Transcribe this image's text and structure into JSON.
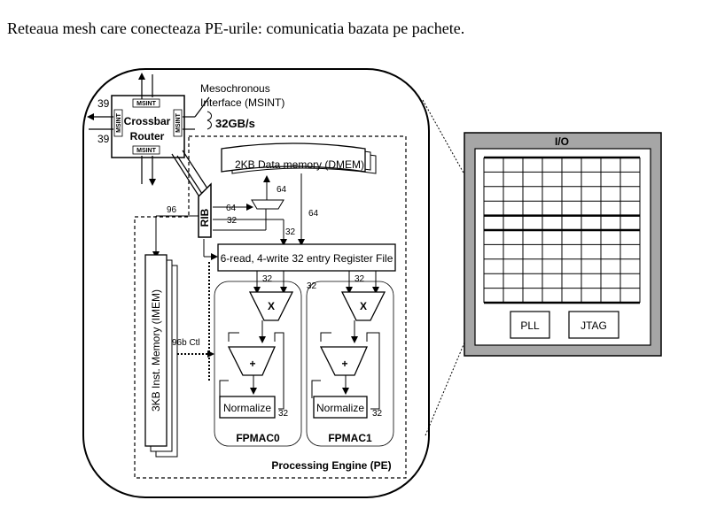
{
  "caption": "Reteaua mesh care conecteaza PE-urile: comunicatia bazata pe pachete.",
  "router": {
    "title_line1": "Crossbar",
    "title_line2": "Router",
    "port_label": "MSINT",
    "left_top": "39",
    "left_bottom": "39",
    "msint_line1": "Mesochronous",
    "msint_line2": "Interface (MSINT)",
    "bandwidth": "32GB/s"
  },
  "rib": "RIB",
  "dmem": "2KB Data memory (DMEM)",
  "regfile": "6-read, 4-write 32 entry Register File",
  "imem": "3KB Inst. Memory (IMEM)",
  "ctl": "96b Ctl",
  "widths": {
    "w96": "96",
    "w64a": "64",
    "w64b": "64",
    "w64c": "64",
    "w32a": "32",
    "w32b": "32",
    "w32c": "32",
    "w32d": "32",
    "w32e": "32",
    "w32f": "32",
    "w32g": "32"
  },
  "fpmac0": {
    "mul": "X",
    "add": "+",
    "norm": "Normalize",
    "name": "FPMAC0"
  },
  "fpmac1": {
    "mul": "X",
    "add": "+",
    "norm": "Normalize",
    "name": "FPMAC1"
  },
  "pe_label": "Processing Engine (PE)",
  "io": {
    "title": "I/O",
    "pll": "PLL",
    "jtag": "JTAG"
  }
}
